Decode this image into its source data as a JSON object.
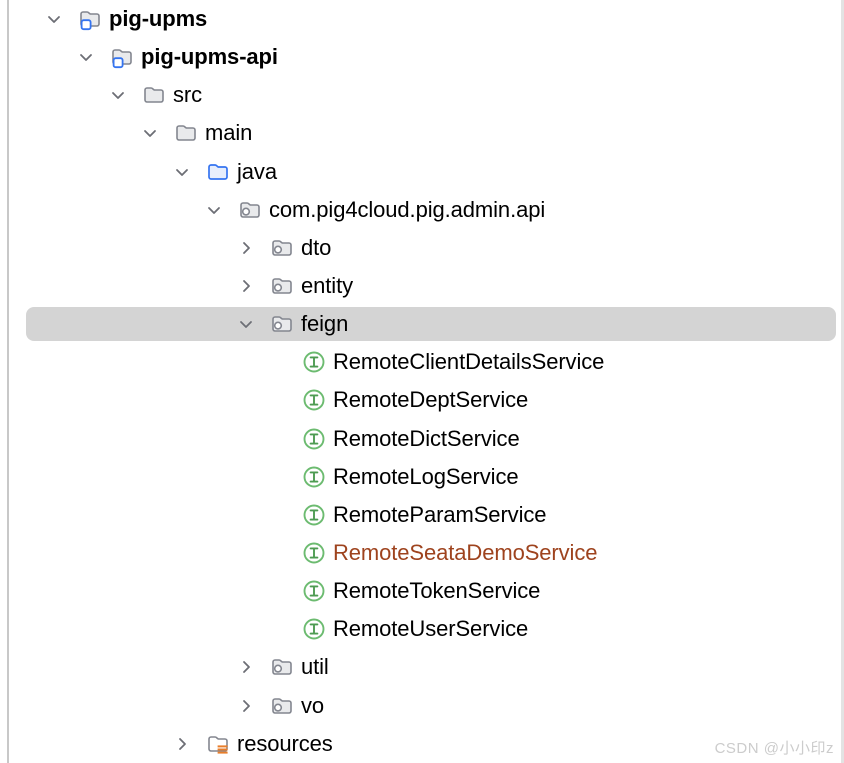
{
  "watermark": "CSDN @小小印z",
  "colors": {
    "selection": "#d4d4d4",
    "unversioned_label": "#9e431e",
    "accent_blue": "#3574f0",
    "interface_green": "#5aad5e",
    "resources_orange": "#e87e2b",
    "panel_border_left": "#c8c8c8",
    "panel_border_right": "#e3e3e3"
  },
  "tree": {
    "rows": [
      {
        "label": "pig-upms",
        "depth": 0,
        "icon": "module-folder",
        "chevron": "expanded",
        "bold": true
      },
      {
        "label": "pig-upms-api",
        "depth": 1,
        "icon": "module-folder",
        "chevron": "expanded",
        "bold": true
      },
      {
        "label": "src",
        "depth": 2,
        "icon": "folder",
        "chevron": "expanded"
      },
      {
        "label": "main",
        "depth": 3,
        "icon": "folder",
        "chevron": "expanded"
      },
      {
        "label": "java",
        "depth": 4,
        "icon": "source-folder",
        "chevron": "expanded"
      },
      {
        "label": "com.pig4cloud.pig.admin.api",
        "depth": 5,
        "icon": "package-folder",
        "chevron": "expanded"
      },
      {
        "label": "dto",
        "depth": 6,
        "icon": "package-folder",
        "chevron": "collapsed"
      },
      {
        "label": "entity",
        "depth": 6,
        "icon": "package-folder",
        "chevron": "collapsed"
      },
      {
        "label": "feign",
        "depth": 6,
        "icon": "package-folder",
        "chevron": "expanded",
        "selected": true
      },
      {
        "label": "RemoteClientDetailsService",
        "depth": 7,
        "icon": "interface",
        "chevron": "none"
      },
      {
        "label": "RemoteDeptService",
        "depth": 7,
        "icon": "interface",
        "chevron": "none"
      },
      {
        "label": "RemoteDictService",
        "depth": 7,
        "icon": "interface",
        "chevron": "none"
      },
      {
        "label": "RemoteLogService",
        "depth": 7,
        "icon": "interface",
        "chevron": "none"
      },
      {
        "label": "RemoteParamService",
        "depth": 7,
        "icon": "interface",
        "chevron": "none"
      },
      {
        "label": "RemoteSeataDemoService",
        "depth": 7,
        "icon": "interface",
        "chevron": "none",
        "unversioned": true
      },
      {
        "label": "RemoteTokenService",
        "depth": 7,
        "icon": "interface",
        "chevron": "none"
      },
      {
        "label": "RemoteUserService",
        "depth": 7,
        "icon": "interface",
        "chevron": "none"
      },
      {
        "label": "util",
        "depth": 6,
        "icon": "package-folder",
        "chevron": "collapsed"
      },
      {
        "label": "vo",
        "depth": 6,
        "icon": "package-folder",
        "chevron": "collapsed"
      },
      {
        "label": "resources",
        "depth": 4,
        "icon": "resources-folder",
        "chevron": "collapsed"
      }
    ]
  }
}
